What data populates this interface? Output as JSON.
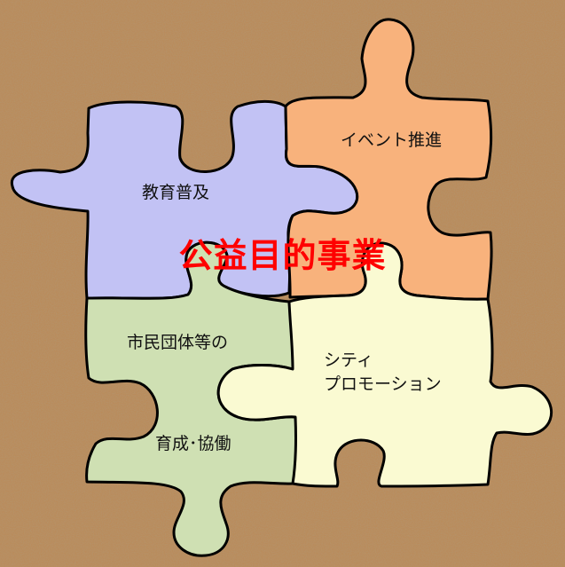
{
  "title": "公益目的事業",
  "pieces": {
    "education": {
      "label": "教育普及",
      "color": "#c2c2f4"
    },
    "event": {
      "label": "イベント推進",
      "color": "#f8b27c"
    },
    "citizen": {
      "label_top": "市民団体等の",
      "label_bottom": "育成･協働",
      "color": "#cfe0b3"
    },
    "city": {
      "label_line1": "シティ",
      "label_line2": "プロモーション",
      "color": "#fafad2"
    }
  },
  "colors": {
    "title": "#ff0000",
    "background": "#b98c5c",
    "outline": "#000000"
  }
}
